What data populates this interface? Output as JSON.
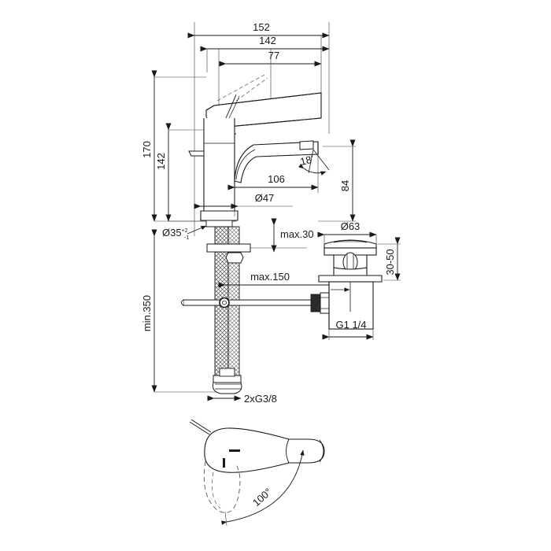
{
  "drawing": {
    "title": "Single-lever basin mixer technical dimension drawing",
    "line_color": "#1a1a1a",
    "hatch_color": "#555555",
    "background": "#ffffff",
    "views": {
      "elevation": "front-elevation-faucet",
      "waste": "pop-up-waste-assembly",
      "top": "top-view-lever-swivel"
    }
  },
  "dimensions": {
    "total_width": "152",
    "spout_reach_outer": "142",
    "handle_clearance": "77",
    "total_height": "170",
    "body_height": "142",
    "spout_projection": "106",
    "spout_outlet_height": "84",
    "outlet_angle": "18",
    "outlet_angle_unit": "°",
    "base_diameter": "Ø47",
    "hole_diameter": "Ø35",
    "hole_tol_plus": "+2",
    "hole_tol_minus": "-1",
    "deck_thickness": "max.30",
    "hose_length": "min.350",
    "hose_thread": "2xG3/8",
    "rod_reach": "max.150",
    "waste_flange_diameter": "Ø63",
    "waste_adjust_range": "30-50",
    "waste_thread": "G1 1/4",
    "lever_swivel": "100°"
  }
}
